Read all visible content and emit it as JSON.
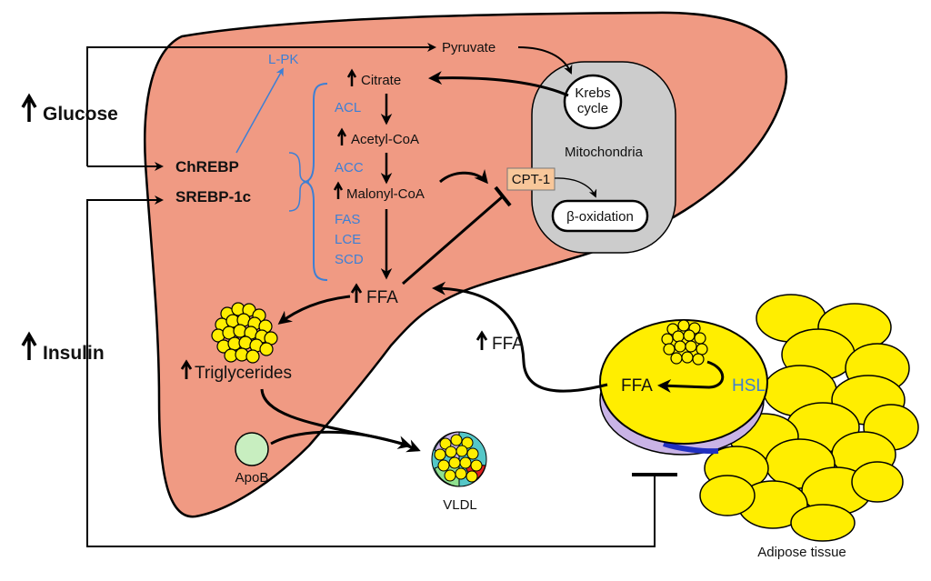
{
  "colors": {
    "liver": "#f09a83",
    "enzyme_blue": "#3d7fd4",
    "fat_yellow": "#ffee00",
    "mitochondria_gray": "#cccccc",
    "cpt1_box": "#f8c79a",
    "apob_green": "#c8eec0"
  },
  "labels": {
    "glucose": "Glucose",
    "insulin": "Insulin",
    "chrebp": "ChREBP",
    "srebp": "SREBP-1c",
    "lpk": "L-PK",
    "pyruvate": "Pyruvate",
    "citrate": "Citrate",
    "acl": "ACL",
    "acetylcoa": "Acetyl-CoA",
    "acc": "ACC",
    "malonylcoa": "Malonyl-CoA",
    "fas": "FAS",
    "lce": "LCE",
    "scd": "SCD",
    "ffa_liver": "FFA",
    "ffa_blood": "FFA",
    "ffa_adipose": "FFA",
    "hsl": "HSL",
    "krebs_line1": "Krebs",
    "krebs_line2": "cycle",
    "mitochondria": "Mitochondria",
    "cpt1": "CPT-1",
    "beta_oxidation": "β-oxidation",
    "triglycerides": "Triglycerides",
    "apob": "ApoB",
    "vldl": "VLDL",
    "adipose_tissue": "Adipose tissue"
  },
  "icons": {
    "up_arrow": "up-arrow-icon",
    "inhibition": "inhibition-bar-icon"
  }
}
